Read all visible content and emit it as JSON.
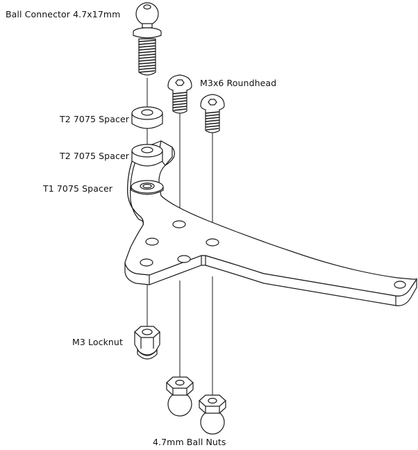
{
  "labels": {
    "ball_connector": "Ball Connector 4.7x17mm",
    "roundhead": "M3x6 Roundhead",
    "spacer_t2_upper": "T2 7075 Spacer",
    "spacer_t2_lower": "T2 7075 Spacer",
    "spacer_t1": "T1 7075 Spacer",
    "locknut": "M3 Locknut",
    "ball_nuts": "4.7mm Ball Nuts"
  },
  "colors": {
    "line": "#1a1a1a",
    "fill": "#ffffff",
    "thread": "#2a2a2a"
  }
}
